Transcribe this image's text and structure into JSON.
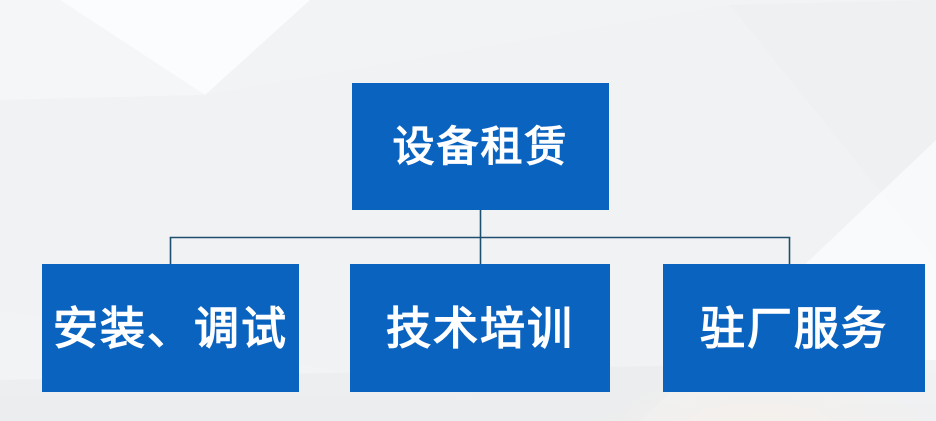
{
  "diagram": {
    "type": "org-chart",
    "root": {
      "label": "设备租赁"
    },
    "children": [
      {
        "label": "安装、调试"
      },
      {
        "label": "技术培训"
      },
      {
        "label": "驻厂服务"
      }
    ],
    "colors": {
      "node_fill": "#0b63c0",
      "node_text": "#ffffff",
      "connector": "#1f4f6e",
      "background": "#f2f3f4"
    }
  }
}
